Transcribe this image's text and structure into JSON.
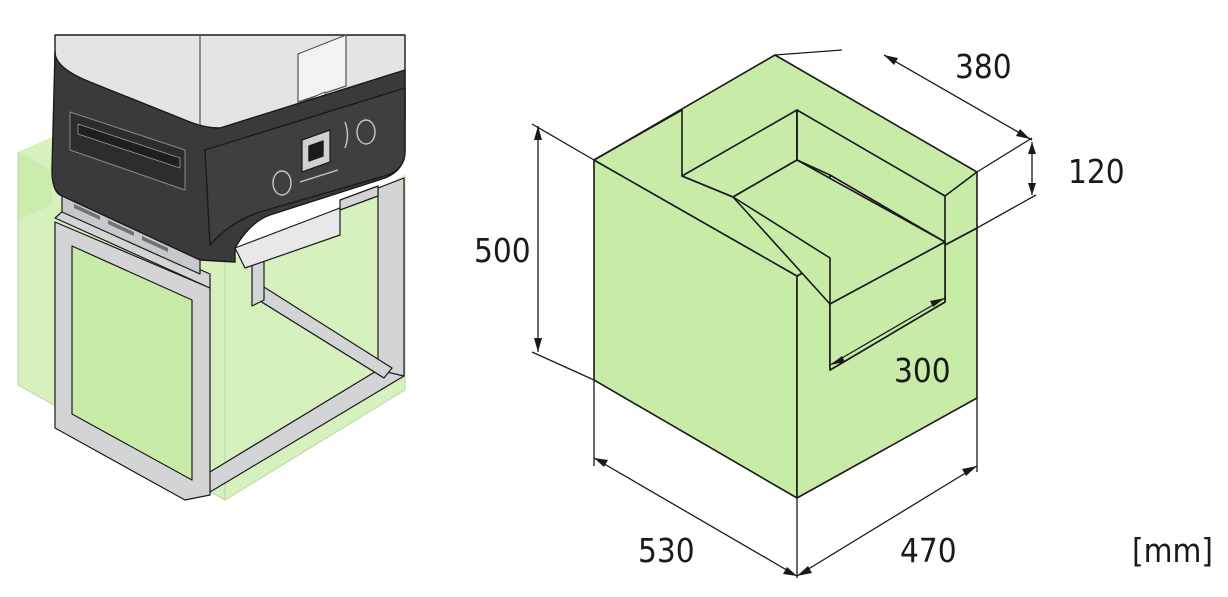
{
  "dimensions": {
    "height": "500",
    "depth_left": "530",
    "depth_right": "470",
    "cutout_width": "380",
    "cutout_height": "120",
    "cutout_depth": "300",
    "unit": "[mm]"
  },
  "colors": {
    "clearance_fill": "#c8eba8",
    "printer_body": "#3a3a3c",
    "printer_top": "#e4e4e4",
    "frame_metal": "#d2d4d6",
    "line": "#1a1a1a"
  }
}
